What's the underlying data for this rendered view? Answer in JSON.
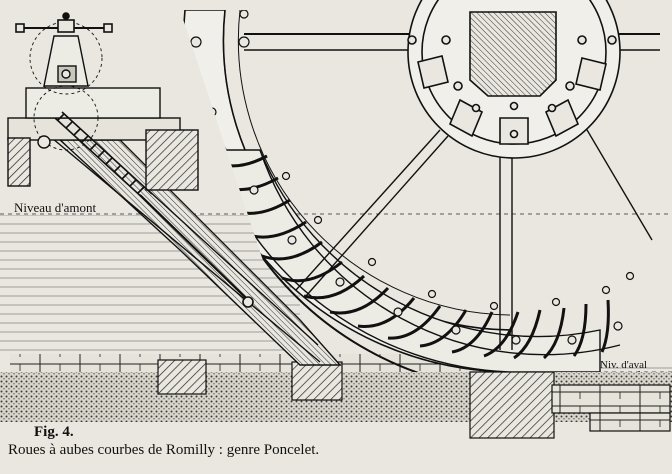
{
  "labels": {
    "upstream_level": "Niveau d'amont",
    "downstream_level": "Niv. d'aval"
  },
  "figure": {
    "number": "Fig. 4.",
    "caption": "Roues à aubes courbes de Romilly : genre Poncelet."
  },
  "colors": {
    "paper": "#e9e7df",
    "ink": "#161616",
    "water_line": "#7a7a78"
  },
  "icons": [
    "handwheel-icon",
    "rivet-icon"
  ]
}
